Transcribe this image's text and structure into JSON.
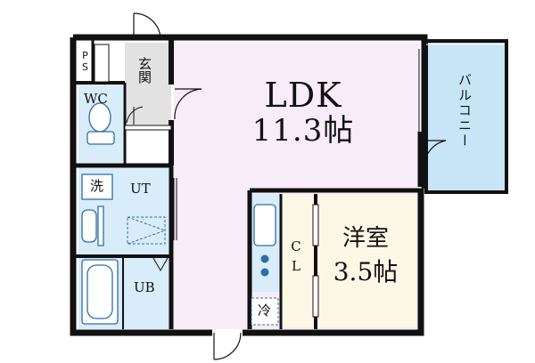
{
  "rooms": {
    "ldk": {
      "name": "LDK",
      "size": "11.3帖"
    },
    "western": {
      "name": "洋室",
      "size": "3.5帖"
    },
    "entrance": {
      "name": "玄関"
    },
    "wc": {
      "name": "WC"
    },
    "utility": {
      "name": "UT"
    },
    "bath": {
      "name": "UB"
    },
    "closet": {
      "name": "CL"
    },
    "balcony": {
      "name": "バルコニー"
    },
    "pipe_space": {
      "name": "PS"
    }
  },
  "fixtures": {
    "washer": "洗",
    "fridge": "冷"
  },
  "colors": {
    "ldk": "#f9ecf9",
    "western": "#fdf8e6",
    "wet": "#d9ecfa",
    "balcony": "#c8e5f7",
    "entrance": "#e2e2e2",
    "wall": "#111111"
  }
}
